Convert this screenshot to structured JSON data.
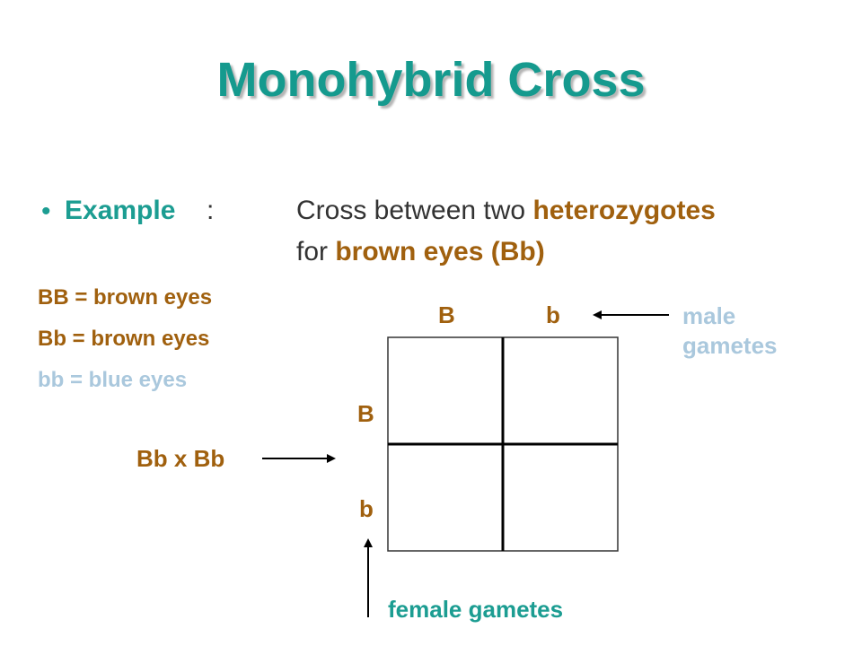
{
  "title": "Monohybrid Cross",
  "bullet": {
    "label": "Example",
    "colon": ":",
    "line1_text": "Cross between two ",
    "line1_highlight": "heterozygotes",
    "line2_text": "for ",
    "line2_highlight": "brown eyes (Bb)"
  },
  "genotypes": [
    {
      "text": "BB = brown eyes"
    },
    {
      "text": "Bb = brown eyes"
    },
    {
      "text": "bb = blue eyes"
    }
  ],
  "cross": "Bb x Bb",
  "punnett": {
    "male_alleles": [
      "B",
      "b"
    ],
    "female_alleles": [
      "B",
      "b"
    ],
    "male_label_line1": "male",
    "male_label_line2": "gametes",
    "female_label": "female gametes"
  },
  "colors": {
    "title": "#159a8e",
    "brown": "#a0600e",
    "blue": "#aac8dd",
    "teal": "#1c9d92"
  }
}
